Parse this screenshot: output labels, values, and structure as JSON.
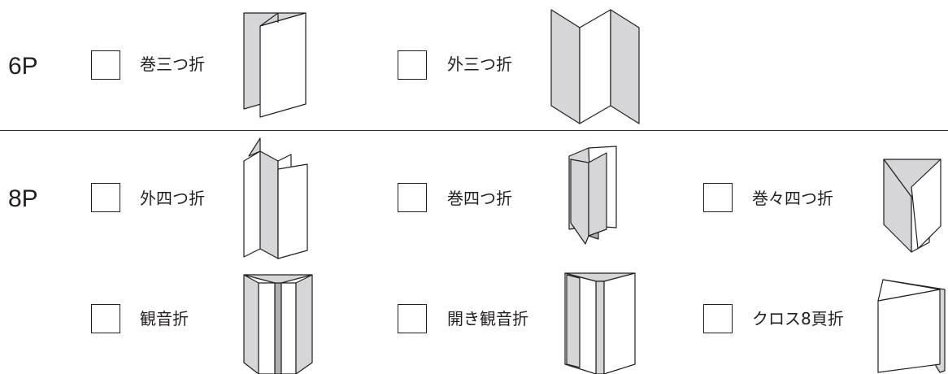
{
  "sections": [
    {
      "label": "6P"
    },
    {
      "label": "8P"
    }
  ],
  "options": [
    {
      "label": "巻三つ折",
      "icon": "roll-fold-3-icon"
    },
    {
      "label": "外三つ折",
      "icon": "z-fold-3-icon"
    },
    {
      "label": "外四つ折",
      "icon": "accordion-fold-4-icon"
    },
    {
      "label": "巻四つ折",
      "icon": "roll-fold-4-icon"
    },
    {
      "label": "巻々四つ折",
      "icon": "double-roll-fold-4-icon"
    },
    {
      "label": "観音折",
      "icon": "gate-fold-icon"
    },
    {
      "label": "開き観音折",
      "icon": "open-gate-fold-icon"
    },
    {
      "label": "クロス8頁折",
      "icon": "cross-fold-8-page-icon"
    }
  ]
}
